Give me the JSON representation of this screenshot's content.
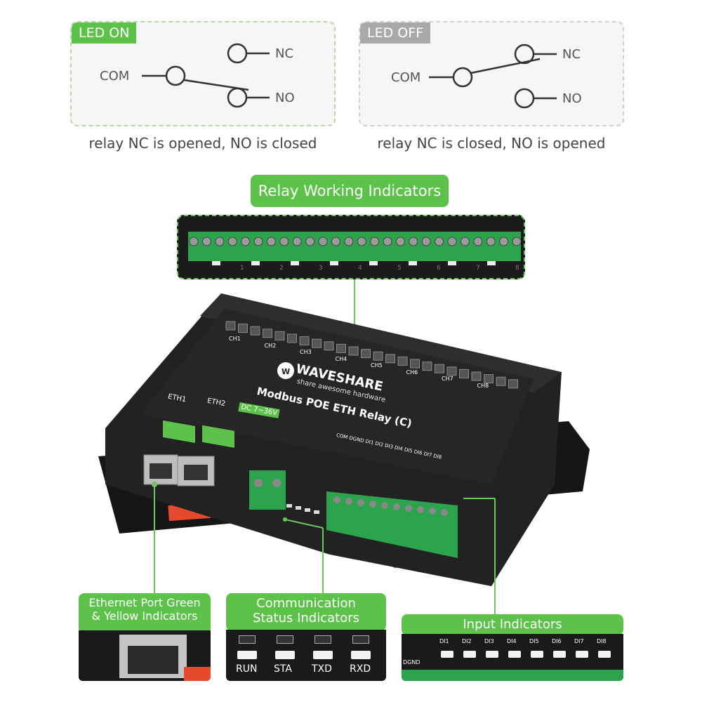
{
  "led_on": {
    "tag": "LED ON",
    "com": "COM",
    "nc": "NC",
    "no": "NO",
    "caption": "relay NC is opened, NO is closed"
  },
  "led_off": {
    "tag": "LED OFF",
    "com": "COM",
    "nc": "NC",
    "no": "NO",
    "caption": "relay NC is closed, NO is opened"
  },
  "relay_indicators": {
    "title": "Relay Working Indicators",
    "channels": [
      "1",
      "2",
      "3",
      "4",
      "5",
      "6",
      "7",
      "8"
    ]
  },
  "device": {
    "brand": "WAVESHARE",
    "tagline": "share awesome hardware",
    "model": "Modbus POE ETH Relay (C)",
    "eth1": "ETH1",
    "eth2": "ETH2",
    "power": "DC 7~36V",
    "ch_labels": [
      "CH1",
      "CH2",
      "CH3",
      "CH4",
      "CH5",
      "CH6",
      "CH7",
      "CH8"
    ],
    "input_header": "COM DGND DI1 DI2 DI3 DI4 DI5 DI6 DI7 DI8"
  },
  "callouts": {
    "ethernet": {
      "line1": "Ethernet Port Green",
      "line2": "& Yellow Indicators"
    },
    "comm": {
      "line1": "Communication",
      "line2": "Status Indicators",
      "leds": [
        "RUN",
        "STA",
        "TXD",
        "RXD"
      ]
    },
    "input": {
      "title": "Input Indicators",
      "leds": [
        "DI1",
        "DI2",
        "DI3",
        "DI4",
        "DI5",
        "DI6",
        "DI7",
        "DI8"
      ],
      "dgnd": "DGND"
    }
  },
  "colors": {
    "accent": "#5cc24a",
    "terminal": "#2ea34e",
    "case": "#1f1f1f"
  }
}
